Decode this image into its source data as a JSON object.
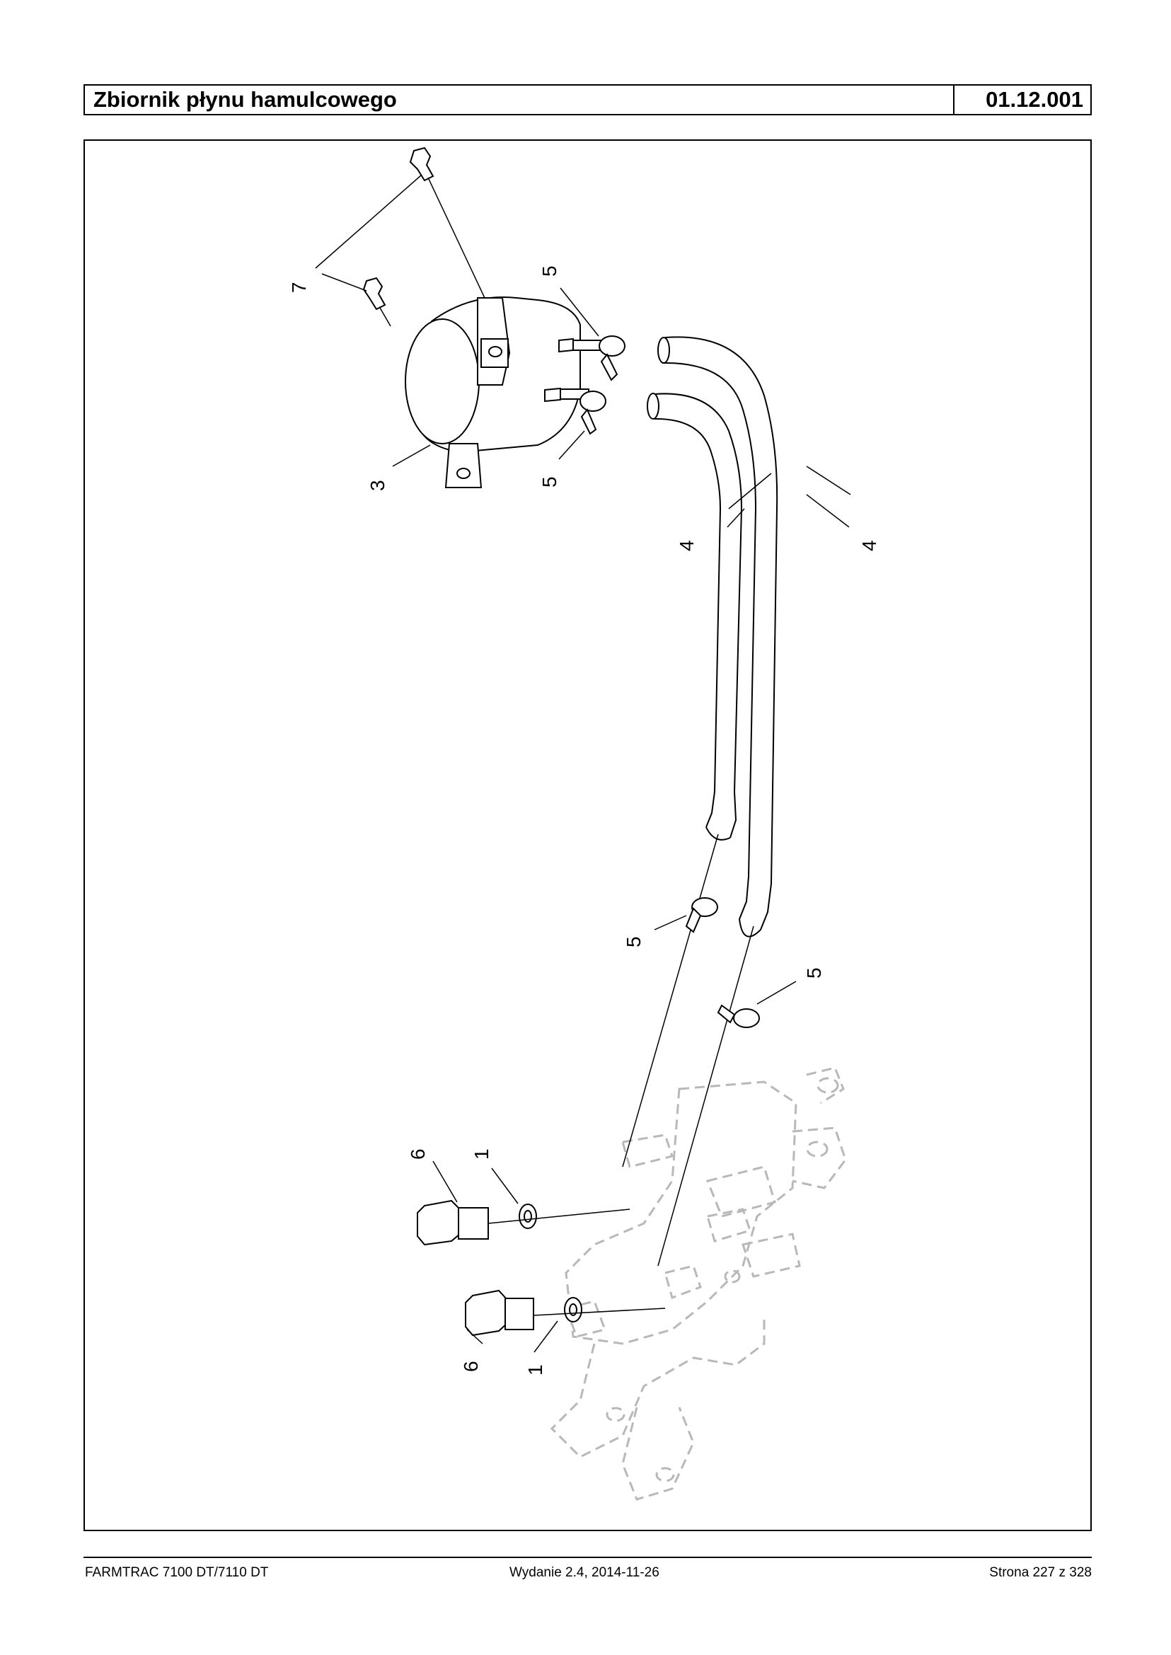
{
  "header": {
    "title": "Zbiornik płynu hamulcowego",
    "code": "01.12.001"
  },
  "diagram": {
    "labels": {
      "bolt_top": "7",
      "reservoir": "3",
      "clamp_upper_a": "5",
      "clamp_upper_b": "5",
      "hose_left": "4",
      "hose_right": "4",
      "clamp_mid_left": "5",
      "clamp_mid_right": "5",
      "banjo_bolt_upper": "6",
      "washer_upper": "1",
      "banjo_bolt_lower": "6",
      "washer_lower": "1"
    }
  },
  "footer": {
    "model": "FARMTRAC 7100 DT/7110 DT",
    "edition": "Wydanie 2.4,  2014-11-26",
    "page": "Strona 227 z 328"
  }
}
